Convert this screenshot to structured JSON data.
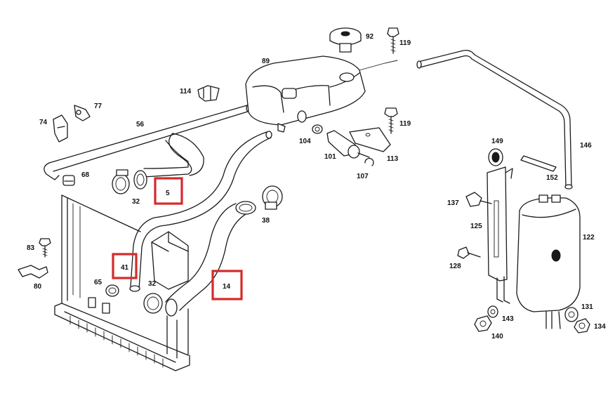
{
  "labels": {
    "l92": "92",
    "l119a": "119",
    "l89": "89",
    "l114": "114",
    "l77": "77",
    "l74": "74",
    "l56": "56",
    "l104": "104",
    "l119b": "119",
    "l101": "101",
    "l113": "113",
    "l107": "107",
    "l68": "68",
    "l32a": "32",
    "l5": "5",
    "l38": "38",
    "l83": "83",
    "l80": "80",
    "l41": "41",
    "l65": "65",
    "l32b": "32",
    "l14": "14",
    "l149": "149",
    "l146": "146",
    "l152": "152",
    "l137": "137",
    "l125": "125",
    "l122": "122",
    "l128": "128",
    "l131": "131",
    "l143": "143",
    "l134": "134",
    "l140": "140"
  },
  "highlight_color": "#d42a2a",
  "highlighted_parts": [
    "5",
    "41",
    "14"
  ]
}
